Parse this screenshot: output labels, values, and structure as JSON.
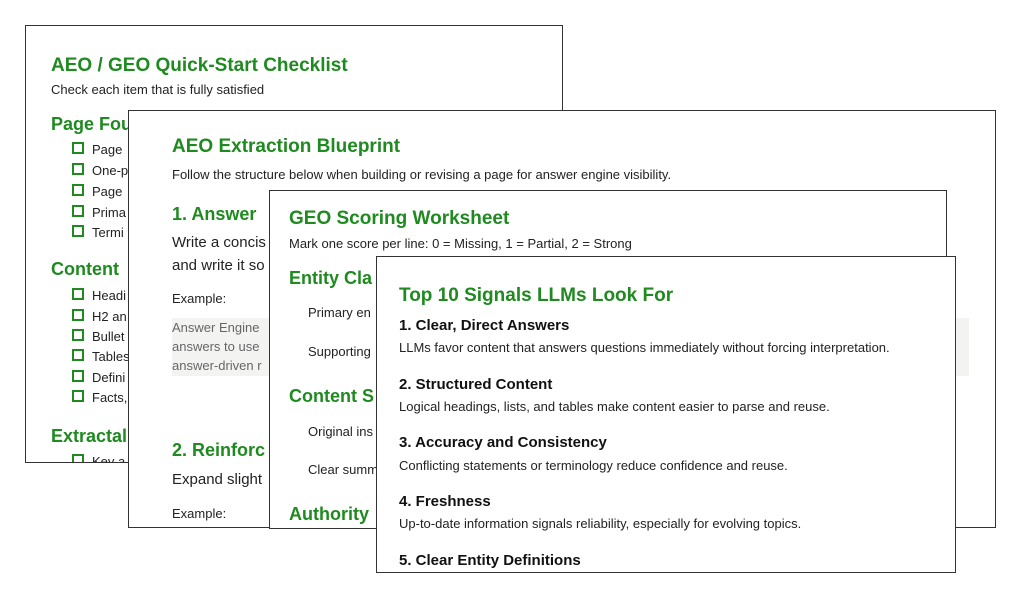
{
  "checklist": {
    "title": "AEO / GEO Quick-Start Checklist",
    "subtitle": "Check each item that is fully satisfied",
    "sections": [
      {
        "heading": "Page Fou",
        "items": [
          "Page",
          "One-p",
          "Page",
          "Prima",
          "Termi"
        ]
      },
      {
        "heading": "Content",
        "items": [
          "Headi",
          "H2 an",
          "Bullet",
          "Tables",
          "Defini",
          "Facts,"
        ]
      },
      {
        "heading": "Extractal",
        "items": [
          "Key a"
        ]
      }
    ]
  },
  "blueprint": {
    "title": "AEO Extraction Blueprint",
    "subtitle": "Follow the structure below when building or revising a page for answer engine visibility.",
    "s1_heading": "1. Answer",
    "s1_body": [
      "Write a concis",
      "and write it so"
    ],
    "s1_example_label": "Example:",
    "s1_example": [
      "Answer Engine",
      "answers to use",
      "answer-driven r"
    ],
    "s2_heading": "2. Reinforc",
    "s2_body": "Expand slight",
    "s2_example_label": "Example:"
  },
  "worksheet": {
    "title": "GEO Scoring Worksheet",
    "subtitle": "Mark one score per line: 0 = Missing, 1 = Partial, 2 = Strong",
    "sections": [
      {
        "heading": "Entity Cla",
        "items": [
          "Primary en",
          "Supporting"
        ]
      },
      {
        "heading": "Content S",
        "items": [
          "Original ins",
          "Clear summ"
        ]
      },
      {
        "heading": "Authority",
        "items": []
      }
    ]
  },
  "signals": {
    "title": "Top 10 Signals LLMs Look For",
    "items": [
      {
        "heading": "1. Clear, Direct Answers",
        "desc": "LLMs favor content that answers questions immediately without forcing interpretation."
      },
      {
        "heading": "2. Structured Content",
        "desc": "Logical headings, lists, and tables make content easier to parse and reuse."
      },
      {
        "heading": "3. Accuracy and Consistency",
        "desc": "Conflicting statements or terminology reduce confidence and reuse."
      },
      {
        "heading": "4. Freshness",
        "desc": "Up-to-date information signals reliability, especially for evolving topics."
      },
      {
        "heading": "5. Clear Entity Definitions",
        "desc": ""
      }
    ]
  },
  "colors": {
    "accent": "#1f8a1f",
    "border": "#333333",
    "example_bg": "#f3f4f2"
  }
}
